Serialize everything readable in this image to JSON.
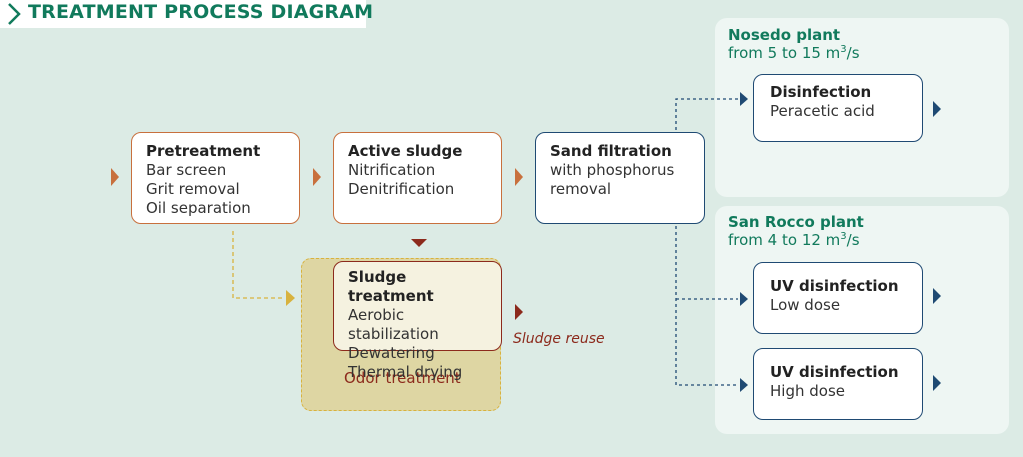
{
  "title": "TREATMENT PROCESS DIAGRAM",
  "colors": {
    "accent_green": "#117a5c",
    "orange": "#c8703d",
    "navy": "#1f4a73",
    "maroon": "#8c2a1c",
    "gold": "#d8b23e"
  },
  "stages": {
    "pretreatment": {
      "title": "Pretreatment",
      "lines": [
        "Bar screen",
        "Grit removal",
        "Oil separation"
      ]
    },
    "active_sludge": {
      "title": "Active sludge",
      "lines": [
        "Nitrification",
        "Denitrification"
      ]
    },
    "sand_filtration": {
      "title": "Sand filtration",
      "lines": [
        "with phosphorus",
        "removal"
      ]
    },
    "sludge_treatment": {
      "title": "Sludge treatment",
      "lines": [
        "Aerobic stabilization",
        "Dewatering",
        "Thermal drying"
      ]
    }
  },
  "odor_treatment": "Odor treatment",
  "sludge_reuse": "Sludge reuse",
  "plants": {
    "nosedo": {
      "name": "Nosedo plant",
      "rate_prefix": "from 5 to 15 m",
      "rate_sup": "3",
      "rate_suffix": "/s",
      "units": [
        {
          "title": "Disinfection",
          "subtitle": "Peracetic acid"
        }
      ]
    },
    "san_rocco": {
      "name": "San Rocco plant",
      "rate_prefix": "from 4 to 12 m",
      "rate_sup": "3",
      "rate_suffix": "/s",
      "units": [
        {
          "title": "UV disinfection",
          "subtitle": "Low dose"
        },
        {
          "title": "UV disinfection",
          "subtitle": "High dose"
        }
      ]
    }
  }
}
